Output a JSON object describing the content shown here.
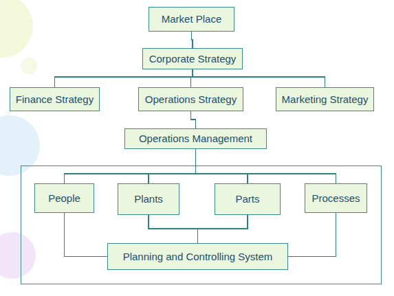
{
  "diagram": {
    "nodes": [
      {
        "text": [
          "Market Place"
        ]
      },
      {
        "text": [
          "Corporate Strategy"
        ]
      },
      {
        "text": [
          "Finance Strategy"
        ]
      },
      {
        "text": [
          "Operations Strategy"
        ]
      },
      {
        "text": [
          "Marketing Strategy"
        ]
      },
      {
        "text": [
          "Operations Management"
        ]
      },
      {
        "text": [
          "People"
        ]
      },
      {
        "text": [
          "Plants"
        ]
      },
      {
        "text": [
          "Parts"
        ]
      },
      {
        "text": [
          "Processes"
        ]
      },
      {
        "text": [
          "Planning and Controlling System"
        ]
      }
    ],
    "edges": [
      {
        "from": 0,
        "to": 1,
        "arrow": "none"
      },
      {
        "from": 1,
        "to": 2,
        "arrow": "none"
      },
      {
        "from": 1,
        "to": 3,
        "arrow": "none"
      },
      {
        "from": 1,
        "to": 4,
        "arrow": "none"
      },
      {
        "from": 3,
        "to": 5,
        "arrow": "none"
      },
      {
        "from": 5,
        "to": 6,
        "arrow": "none"
      },
      {
        "from": 5,
        "to": 7,
        "arrow": "none"
      },
      {
        "from": 5,
        "to": 8,
        "arrow": "none"
      },
      {
        "from": 5,
        "to": 9,
        "arrow": "none"
      },
      {
        "from": 6,
        "to": 10,
        "arrow": "none"
      },
      {
        "from": 7,
        "to": 10,
        "arrow": "none"
      },
      {
        "from": 8,
        "to": 10,
        "arrow": "none"
      },
      {
        "from": 9,
        "to": 10,
        "arrow": "none"
      }
    ]
  }
}
